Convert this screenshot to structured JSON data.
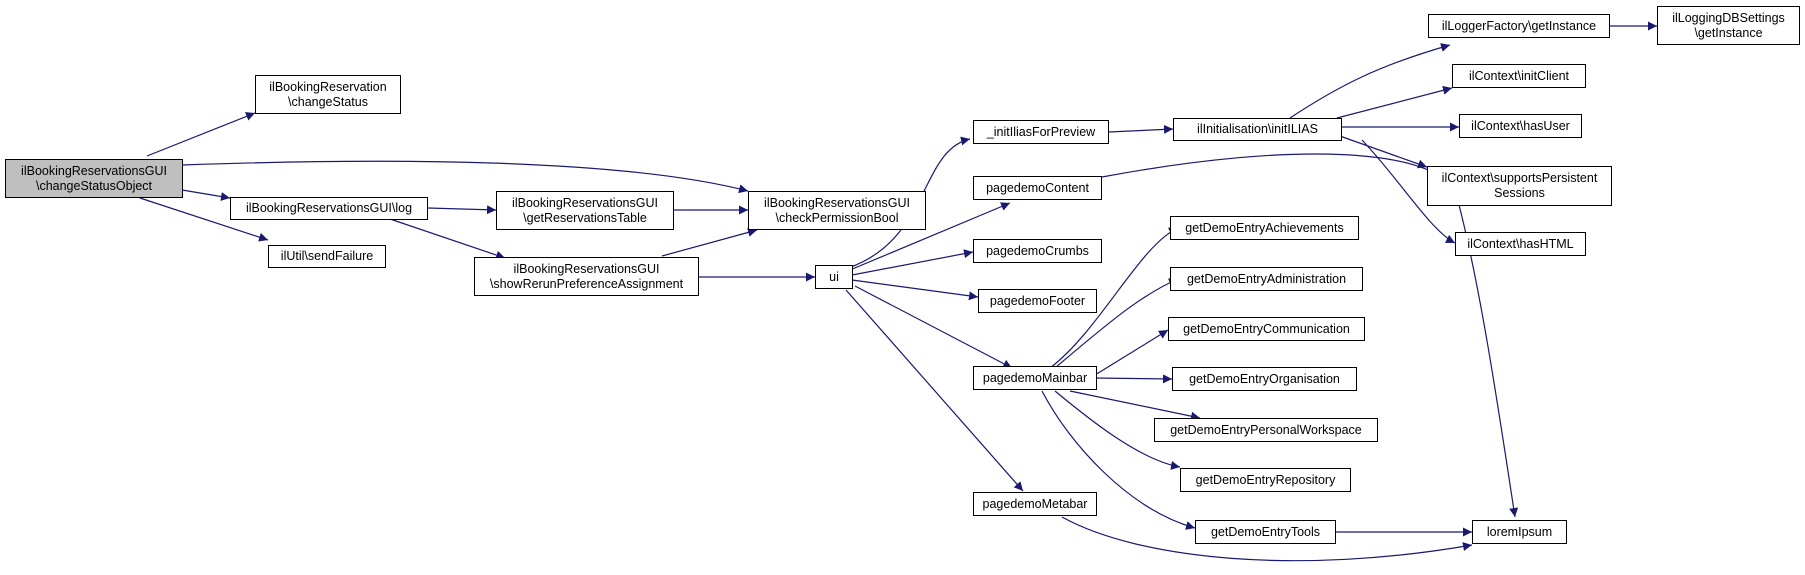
{
  "colors": {
    "edge": "#191970",
    "node_border": "#000000",
    "root_fill": "#bfbfbf",
    "node_fill": "#ffffff"
  },
  "nodes": {
    "root": {
      "line1": "ilBookingReservationsGUI",
      "line2": "\\changeStatusObject"
    },
    "booking_reservation_change_status": {
      "line1": "ilBookingReservation",
      "line2": "\\changeStatus"
    },
    "log": {
      "line1": "ilBookingReservationsGUI\\log"
    },
    "send_failure": {
      "line1": "ilUtil\\sendFailure"
    },
    "get_reservations_table": {
      "line1": "ilBookingReservationsGUI",
      "line2": "\\getReservationsTable"
    },
    "show_rerun": {
      "line1": "ilBookingReservationsGUI",
      "line2": "\\showRerunPreferenceAssignment"
    },
    "check_permission_bool": {
      "line1": "ilBookingReservationsGUI",
      "line2": "\\checkPermissionBool"
    },
    "ui": {
      "line1": "ui"
    },
    "init_ilias_for_preview": {
      "line1": "_initIliasForPreview"
    },
    "pagedemo_content": {
      "line1": "pagedemoContent"
    },
    "pagedemo_crumbs": {
      "line1": "pagedemoCrumbs"
    },
    "pagedemo_footer": {
      "line1": "pagedemoFooter"
    },
    "pagedemo_mainbar": {
      "line1": "pagedemoMainbar"
    },
    "pagedemo_metabar": {
      "line1": "pagedemoMetabar"
    },
    "init_ilias": {
      "line1": "ilInitialisation\\initILIAS"
    },
    "logger_factory": {
      "line1": "ilLoggerFactory\\getInstance"
    },
    "logging_db_settings": {
      "line1": "ilLoggingDBSettings",
      "line2": "\\getInstance"
    },
    "init_client": {
      "line1": "ilContext\\initClient"
    },
    "has_user": {
      "line1": "ilContext\\hasUser"
    },
    "supports_persistent": {
      "line1": "ilContext\\supportsPersistent",
      "line2": "Sessions"
    },
    "has_html": {
      "line1": "ilContext\\hasHTML"
    },
    "entry_achievements": {
      "line1": "getDemoEntryAchievements"
    },
    "entry_administration": {
      "line1": "getDemoEntryAdministration"
    },
    "entry_communication": {
      "line1": "getDemoEntryCommunication"
    },
    "entry_organisation": {
      "line1": "getDemoEntryOrganisation"
    },
    "entry_personal_workspace": {
      "line1": "getDemoEntryPersonalWorkspace"
    },
    "entry_repository": {
      "line1": "getDemoEntryRepository"
    },
    "entry_tools": {
      "line1": "getDemoEntryTools"
    },
    "lorem_ipsum": {
      "line1": "loremIpsum"
    }
  }
}
